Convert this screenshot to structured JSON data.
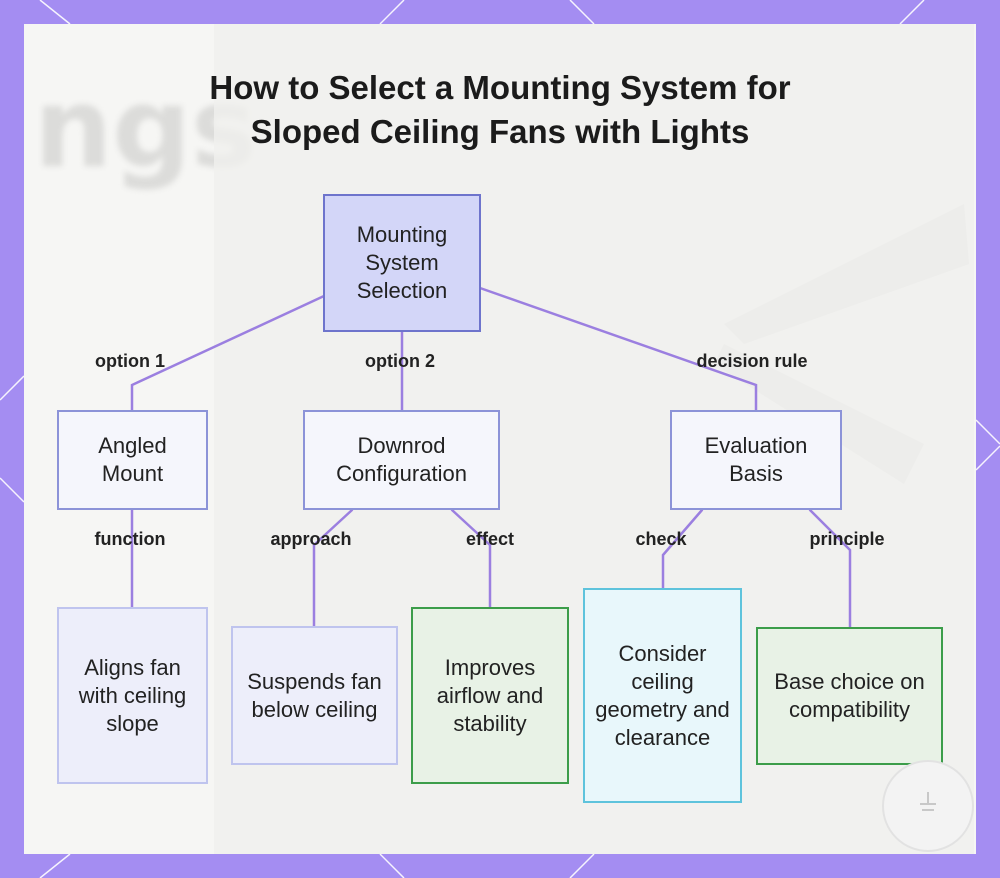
{
  "title": {
    "line1": "How to Select a Mounting System for",
    "line2": "Sloped Ceiling Fans with Lights"
  },
  "background_text": "ngs",
  "nodes": {
    "root": "Mounting System Selection",
    "angled": "Angled Mount",
    "downrod": "Downrod Configuration",
    "evaluation": "Evaluation Basis",
    "aligns": "Aligns fan with ceiling slope",
    "suspends": "Suspends fan below ceiling",
    "improves": "Improves airflow and stability",
    "consider": "Consider ceiling geometry and clearance",
    "base": "Base choice on compatibility"
  },
  "edges": {
    "option1": "option 1",
    "option2": "option 2",
    "decision_rule": "decision rule",
    "function": "function",
    "approach": "approach",
    "effect": "effect",
    "check": "check",
    "principle": "principle"
  },
  "colors": {
    "frame": "#a48df2",
    "edge": "#9b7fe0",
    "root_fill": "#d3d6f8",
    "green_border": "#3c9d4a",
    "cyan_border": "#5ec3dc"
  }
}
